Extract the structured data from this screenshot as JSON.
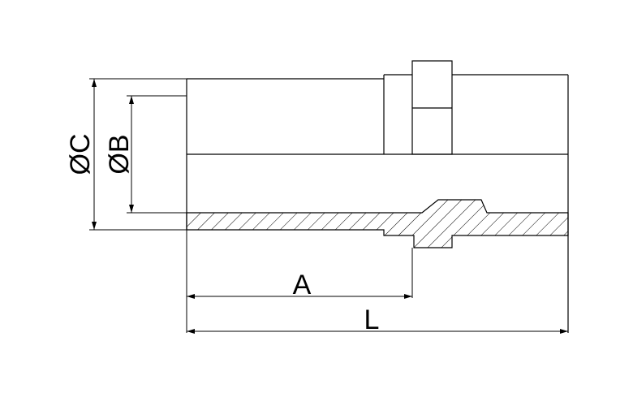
{
  "dimensions": {
    "outer_diameter_label": "ØC",
    "inner_diameter_label": "ØB",
    "partial_length_label": "A",
    "total_length_label": "L"
  },
  "colors": {
    "line": "#000000",
    "background": "#ffffff"
  }
}
